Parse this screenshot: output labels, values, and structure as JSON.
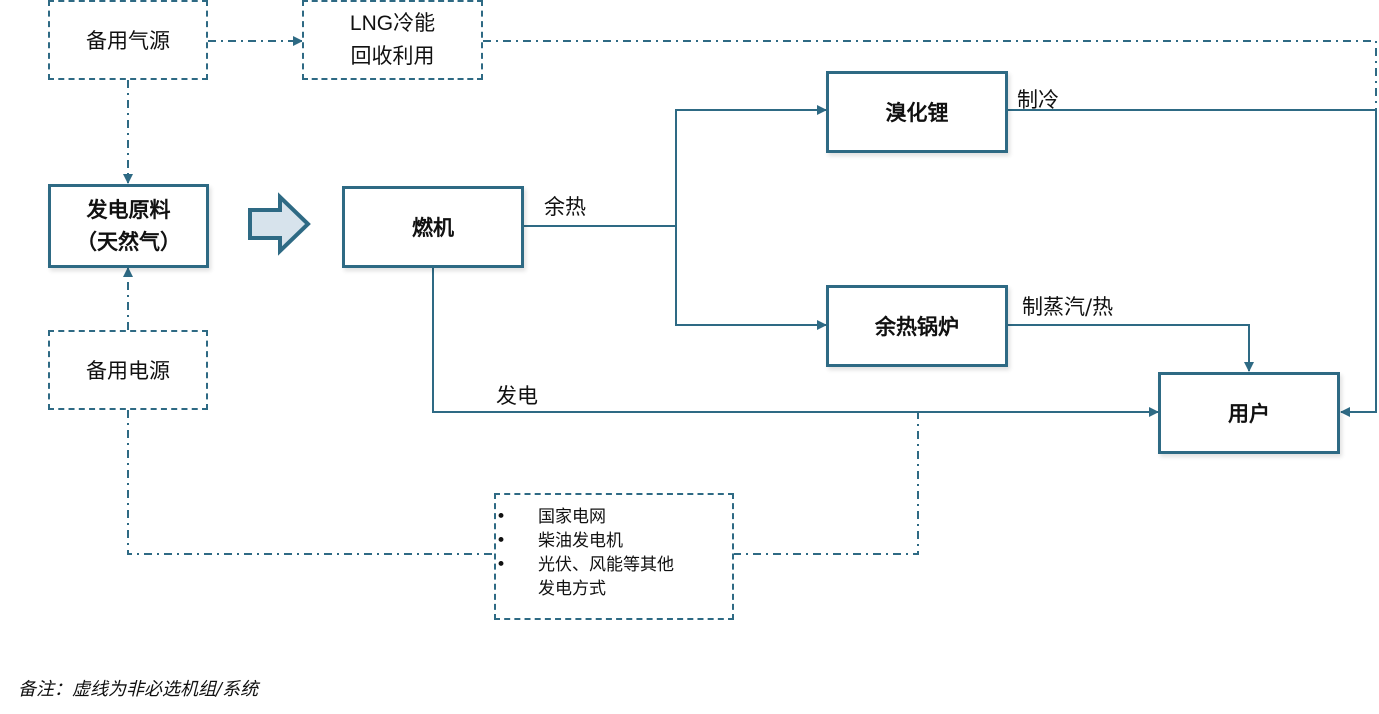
{
  "nodes": {
    "backup_gas": "备用气源",
    "lng_line1": "LNG冷能",
    "lng_line2": "回收利用",
    "raw_line1": "发电原料",
    "raw_line2": "（天然气）",
    "backup_power": "备用电源",
    "turbine": "燃机",
    "libr": "溴化锂",
    "boiler": "余热锅炉",
    "user": "用户"
  },
  "edge_labels": {
    "waste_heat": "余热",
    "cooling": "制冷",
    "steam_heat": "制蒸汽/热",
    "power_gen": "发电"
  },
  "backup_options": [
    "国家电网",
    "柴油发电机",
    "光伏、风能等其他",
    "发电方式"
  ],
  "note": "备注：虚线为非必选机组/系统",
  "colors": {
    "line": "#2e6a84",
    "arrow_fill": "#d7e3ec"
  }
}
